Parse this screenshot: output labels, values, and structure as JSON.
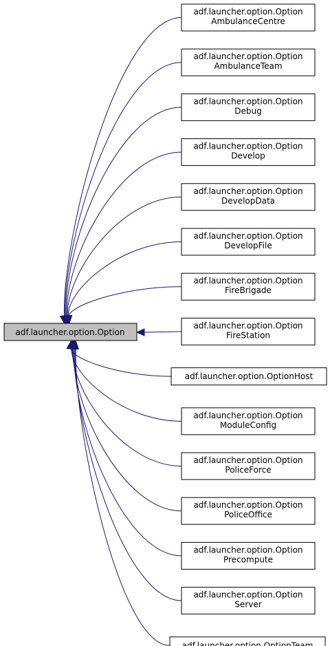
{
  "diagram": {
    "base_class": "adf.launcher.option.Option",
    "edge_color": "#191970",
    "derived_classes": [
      [
        "adf.launcher.option.Option",
        "AmbulanceCentre"
      ],
      [
        "adf.launcher.option.Option",
        "AmbulanceTeam"
      ],
      [
        "adf.launcher.option.Option",
        "Debug"
      ],
      [
        "adf.launcher.option.Option",
        "Develop"
      ],
      [
        "adf.launcher.option.Option",
        "DevelopData"
      ],
      [
        "adf.launcher.option.Option",
        "DevelopFile"
      ],
      [
        "adf.launcher.option.Option",
        "FireBrigade"
      ],
      [
        "adf.launcher.option.Option",
        "FireStation"
      ],
      [
        "adf.launcher.option.OptionHost"
      ],
      [
        "adf.launcher.option.Option",
        "ModuleConfig"
      ],
      [
        "adf.launcher.option.Option",
        "PoliceForce"
      ],
      [
        "adf.launcher.option.Option",
        "PoliceOffice"
      ],
      [
        "adf.launcher.option.Option",
        "Precompute"
      ],
      [
        "adf.launcher.option.Option",
        "Server"
      ],
      [
        "adf.launcher.option.OptionTeam"
      ]
    ]
  }
}
